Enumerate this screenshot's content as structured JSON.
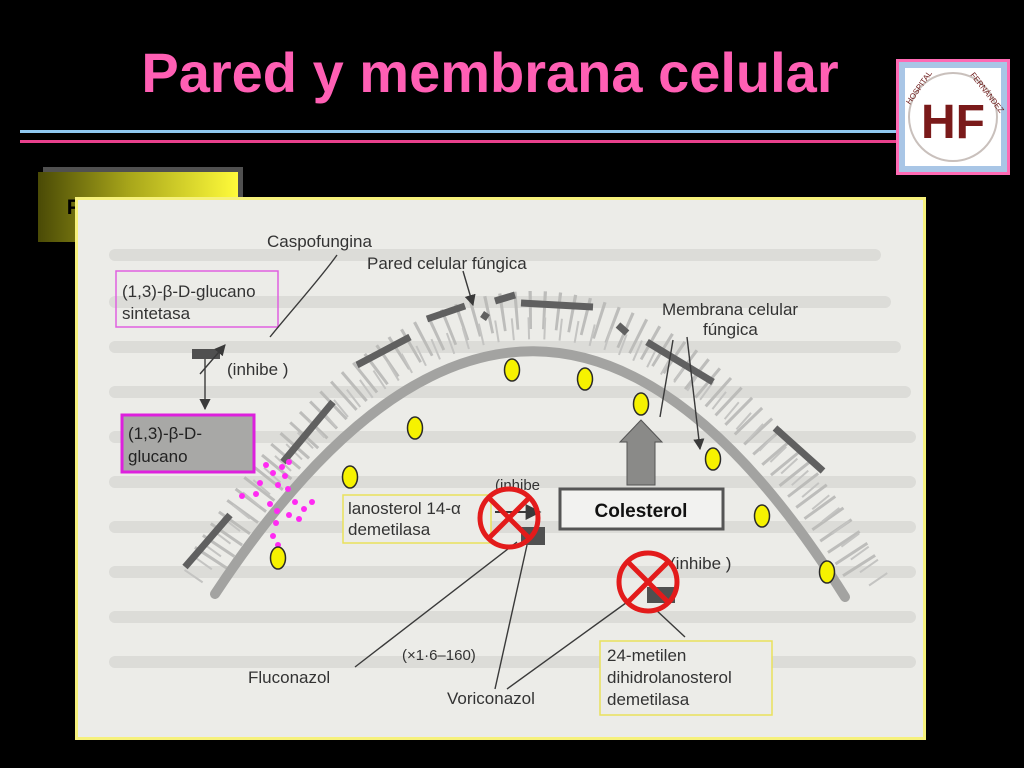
{
  "slide": {
    "title": "Pared y membrana celular",
    "tag": "Pneumocystis"
  },
  "logo": {
    "line1": "HOSPITAL",
    "line2": "FERNÁNDEZ",
    "monogram": "HF"
  },
  "diagram": {
    "caspofungina": "Caspofungina",
    "pared": "Pared celular fúngica",
    "membrana_1": "Membrana celular",
    "membrana_2": "fúngica",
    "glucano_sintetasa_1": "(1,3)-β-D-glucano",
    "glucano_sintetasa_2": "sintetasa",
    "inhibe": "(inhibe )",
    "glucano_1": "(1,3)-β-D-",
    "glucano_2": "glucano",
    "lanosterol_1": "lanosterol 14-α",
    "lanosterol_2": "demetilasa",
    "inhibe_lanosterol": "(inhibe",
    "colesterol": "Colesterol",
    "inhibe_metilen": "(inhibe )",
    "metilen_1": "24-metilen",
    "metilen_2": "dihidrolanosterol",
    "metilen_3": "demetilasa",
    "fluconazol": "Fluconazol",
    "factor": "(×1·6–160)",
    "voriconazol": "Voriconazol"
  }
}
